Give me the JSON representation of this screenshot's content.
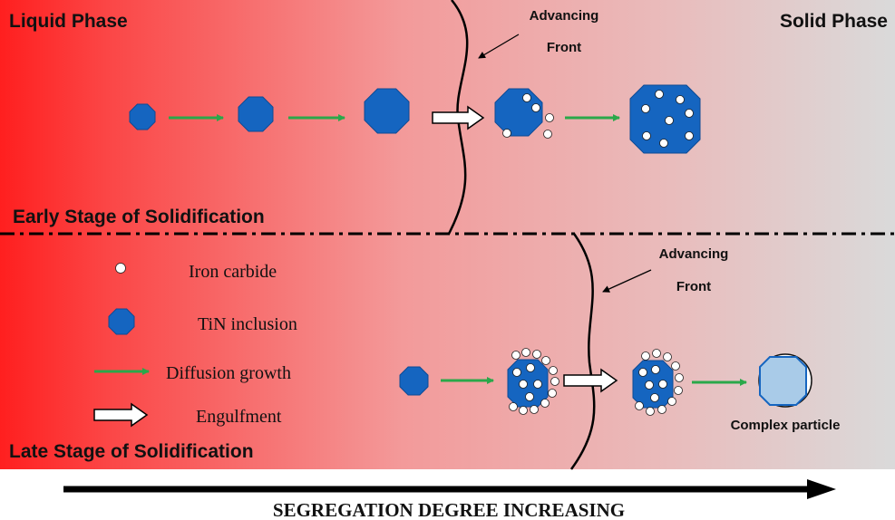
{
  "labels": {
    "liquid_phase": "Liquid Phase",
    "solid_phase": "Solid Phase",
    "early_stage": "Early Stage of Solidification",
    "late_stage": "Late Stage of Solidification",
    "advancing_front_top_line1": "Advancing",
    "advancing_front_top_line2": "Front",
    "advancing_front_bottom_line1": "Advancing",
    "advancing_front_bottom_line2": "Front",
    "complex_particle": "Complex particle",
    "segregation": "SEGREGATION DEGREE INCREASING"
  },
  "legend": [
    {
      "icon": "iron-carbide-icon",
      "label": "Iron carbide"
    },
    {
      "icon": "tin-inclusion-icon",
      "label": "TiN inclusion"
    },
    {
      "icon": "green-arrow-icon",
      "label": "Diffusion growth"
    },
    {
      "icon": "white-arrow-icon",
      "label": "Engulfment"
    }
  ],
  "colors": {
    "liquid": "#ff1f1f",
    "mid": "#f3a6a6",
    "solid": "#dcdcdc",
    "tin_blue": "#1565c0",
    "complex_fill": "#a9cbe8",
    "diffusion_green": "#2aa84a",
    "text": "#111111"
  }
}
